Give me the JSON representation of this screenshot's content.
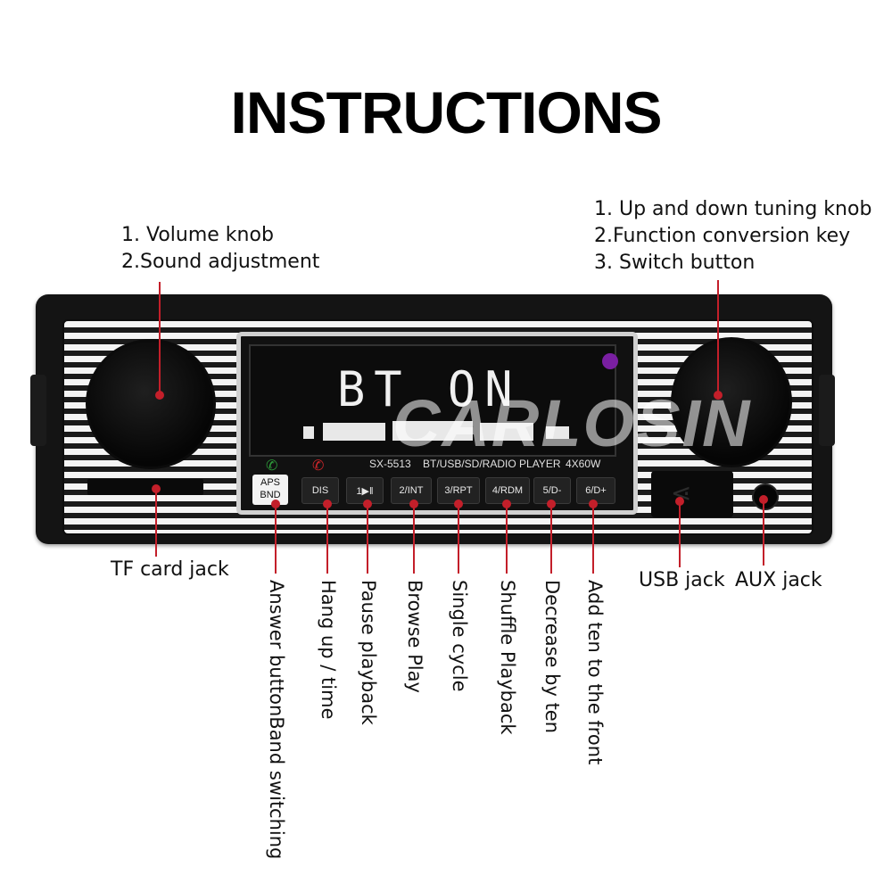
{
  "title": "INSTRUCTIONS",
  "callouts_top_left": [
    "1. Volume knob",
    "2.Sound adjustment"
  ],
  "callouts_top_right": [
    "1. Up and down tuning knob",
    "2.Function conversion key",
    "3. Switch button"
  ],
  "display": {
    "lcd_text": "BT ON",
    "watermark": "CARLOSIN",
    "model": "SX-5513",
    "player_desc": "BT/USB/SD/RADIO PLAYER",
    "power": "4X60W"
  },
  "buttons": {
    "aps_top": "APS",
    "aps_bottom": "BND",
    "items": [
      "DIS",
      "1▶‖",
      "2/INT",
      "3/RPT",
      "4/RDM",
      "5/D-",
      "6/D+"
    ]
  },
  "bottom_labels": {
    "tf": "TF card jack",
    "usb": "USB jack",
    "aux": "AUX jack"
  },
  "vertical_labels": [
    "Answer buttonBand switching",
    "Hang up / time",
    "Pause playback",
    "Browse Play",
    "Single cycle",
    "Shuffle Playback",
    "Decrease by ten",
    "Add ten to the front"
  ],
  "colors": {
    "leader": "#c31f2a",
    "phone_answer": "#2e9d3a",
    "phone_hangup": "#d0262a",
    "indicator": "#7a1fa2"
  },
  "icons": [
    "phone-answer-icon",
    "phone-hangup-icon",
    "usb-icon"
  ]
}
